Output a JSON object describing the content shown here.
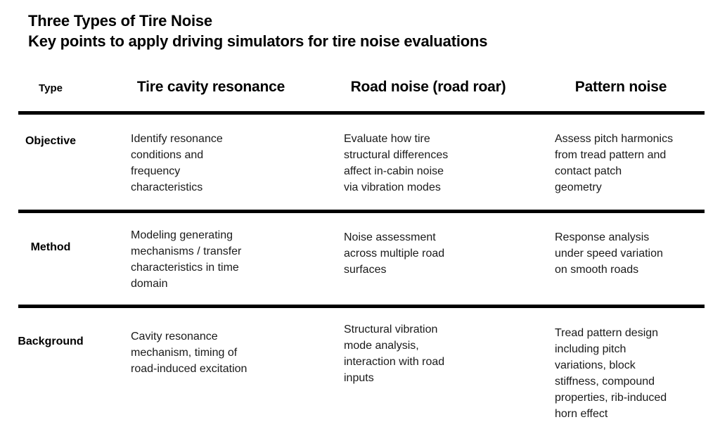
{
  "title": {
    "line1": "Three Types of Tire Noise",
    "line2": "Key points to apply driving simulators for tire noise evaluations"
  },
  "table": {
    "type_header": "Type",
    "columns": [
      "Tire cavity resonance",
      "Road noise (road roar)",
      "Pattern noise"
    ],
    "rows": [
      {
        "label": "Objective",
        "cells": [
          "Identify resonance\nconditions and\nfrequency\ncharacteristics",
          "Evaluate how tire\nstructural differences\naffect in-cabin noise\nvia vibration modes",
          "Assess pitch harmonics\nfrom tread pattern and\ncontact patch\ngeometry"
        ]
      },
      {
        "label": "Method",
        "cells": [
          "Modeling generating\nmechanisms / transfer\ncharacteristics in time\ndomain",
          "Noise assessment\nacross multiple road\nsurfaces",
          "Response analysis\nunder speed variation\non smooth roads"
        ]
      },
      {
        "label": "Background",
        "cells": [
          "Cavity resonance\nmechanism, timing of\nroad-induced excitation",
          "Structural vibration\nmode analysis,\ninteraction with road\ninputs",
          "Tread pattern design\nincluding pitch\nvariations, block\nstiffness, compound\nproperties, rib-induced\nhorn effect"
        ]
      }
    ]
  },
  "colors": {
    "background": "#ffffff",
    "text": "#1a1a1a",
    "heading_text": "#000000",
    "rule": "#000000"
  }
}
